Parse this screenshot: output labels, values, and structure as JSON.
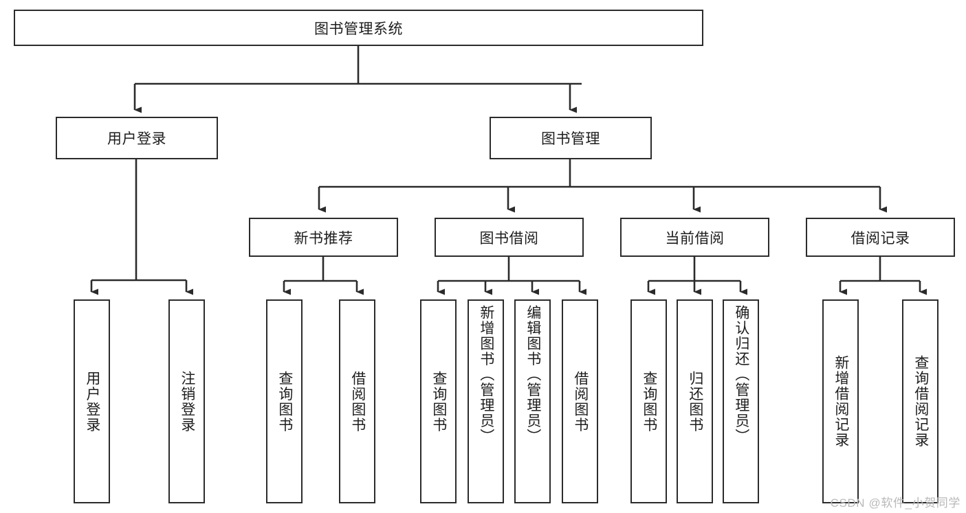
{
  "diagram": {
    "title": "图书管理系统",
    "type": "function-hierarchy-tree",
    "orientation": "top-down",
    "colors": {
      "box_border": "#2b2b2b",
      "box_fill": "#ffffff",
      "connector": "#2b2b2b",
      "watermark": "#b9b9b9",
      "background": "#ffffff"
    },
    "root": {
      "label": "图书管理系统"
    },
    "level1": [
      {
        "label": "用户登录"
      },
      {
        "label": "图书管理"
      }
    ],
    "level2": [
      {
        "label": "新书推荐"
      },
      {
        "label": "图书借阅"
      },
      {
        "label": "当前借阅"
      },
      {
        "label": "借阅记录"
      }
    ],
    "leaves": {
      "user_login": [
        {
          "label": "用户登录"
        },
        {
          "label": "注销登录"
        }
      ],
      "new_book_recommend": [
        {
          "label": "查询图书"
        },
        {
          "label": "借阅图书"
        }
      ],
      "book_borrow": [
        {
          "label": "查询图书"
        },
        {
          "label": "新增图书（管理员）"
        },
        {
          "label": "编辑图书（管理员）"
        },
        {
          "label": "借阅图书"
        }
      ],
      "current_borrow": [
        {
          "label": "查询图书"
        },
        {
          "label": "归还图书"
        },
        {
          "label": "确认归还（管理员）"
        }
      ],
      "borrow_record": [
        {
          "label": "新增借阅记录"
        },
        {
          "label": "查询借阅记录"
        }
      ]
    }
  },
  "watermark": {
    "text": "CSDN @软件_小贺同学"
  }
}
